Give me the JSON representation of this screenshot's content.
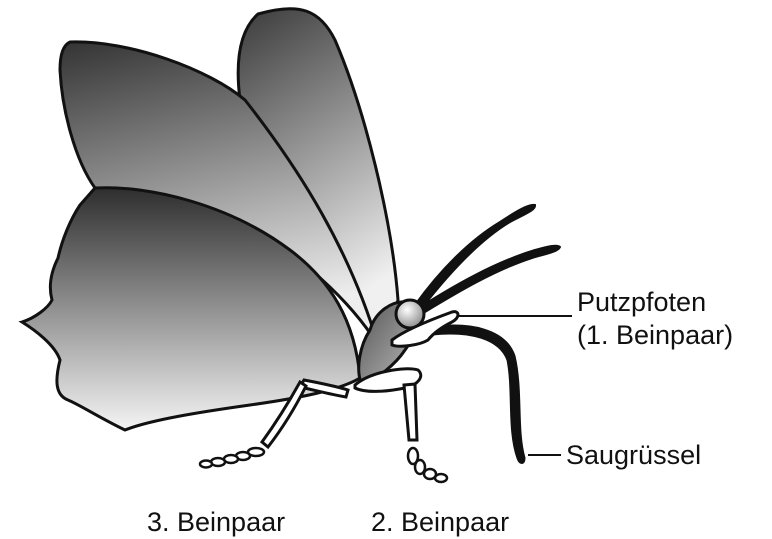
{
  "labels": {
    "putzpfoten": "Putzpfoten",
    "beinpaar1": "(1. Beinpaar)",
    "saugruessel": "Saugrüssel",
    "beinpaar3": "3. Beinpaar",
    "beinpaar2": "2. Beinpaar"
  },
  "colors": {
    "wing_dark": "#4a4a4a",
    "wing_light": "#f2f2f2",
    "outline": "#111111",
    "leg_fill": "#ffffff"
  }
}
